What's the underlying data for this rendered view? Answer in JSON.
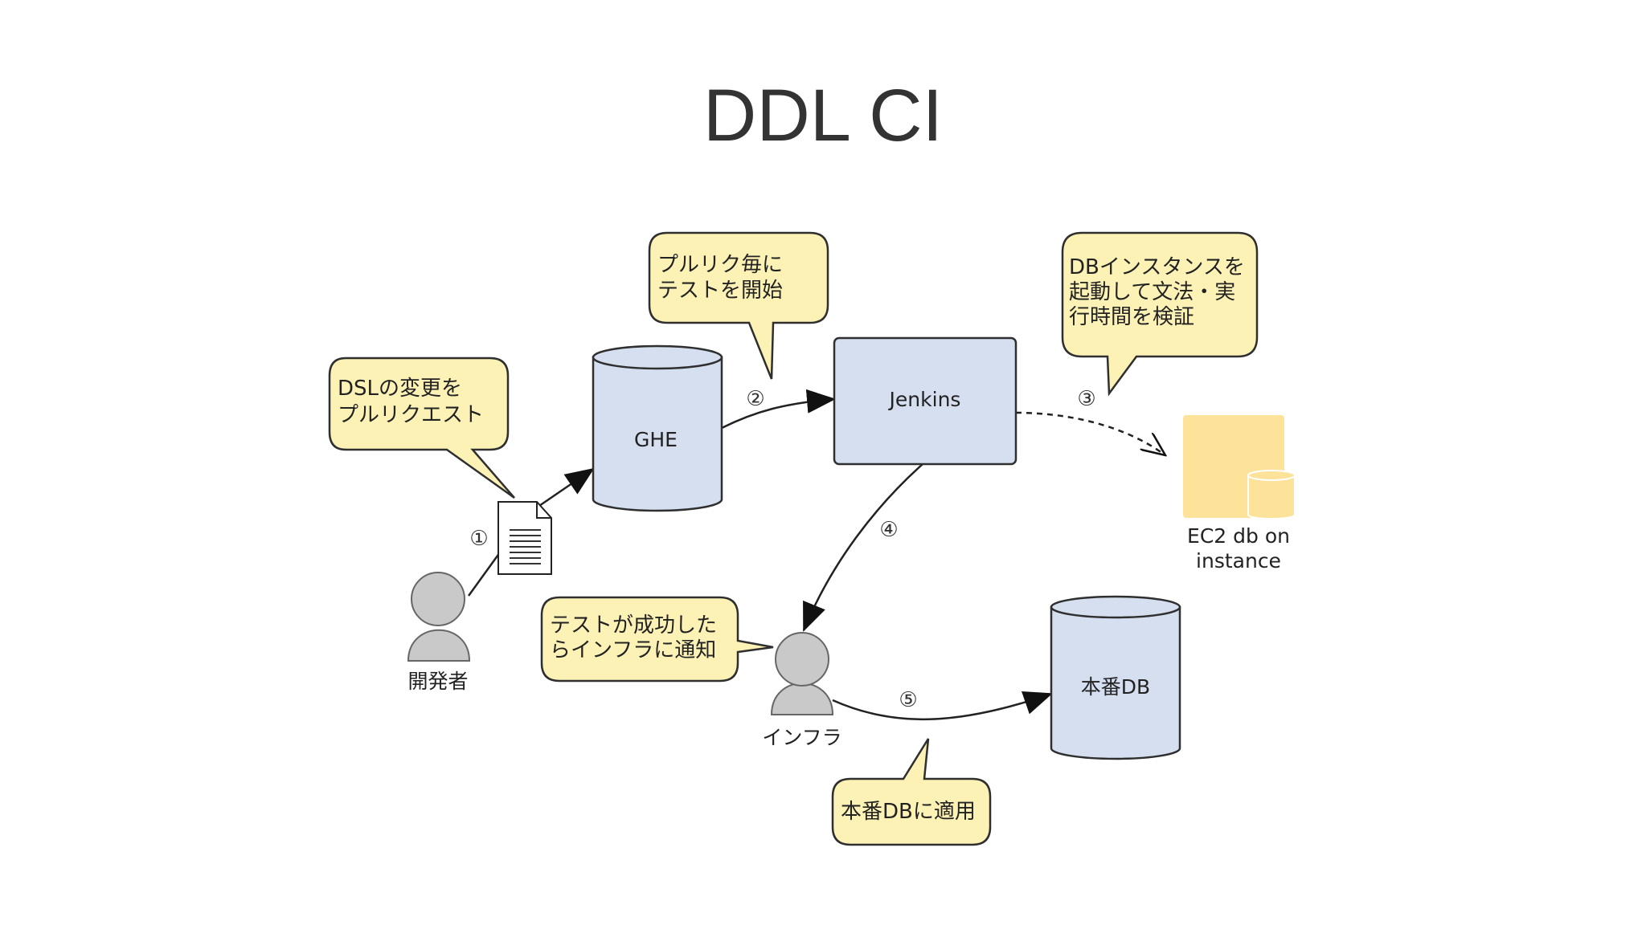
{
  "title": "DDL CI",
  "nodes": {
    "ghe": {
      "label": "GHE"
    },
    "jenkins": {
      "label": "Jenkins"
    },
    "ec2": {
      "label_line1": "EC2 db on",
      "label_line2": "instance"
    },
    "prod_db": {
      "label": "本番DB"
    },
    "developer": {
      "label": "開発者"
    },
    "infra": {
      "label": "インフラ"
    }
  },
  "callouts": {
    "dsl_change": {
      "line1": "DSLの変更を",
      "line2": "プルリクエスト"
    },
    "per_pr": {
      "line1": "プルリク毎に",
      "line2": "テストを開始"
    },
    "db_instance": {
      "line1": "DBインスタンスを",
      "line2": "起動して文法・実",
      "line3": "行時間を検証"
    },
    "test_success": {
      "line1": "テストが成功した",
      "line2": "らインフラに通知"
    },
    "apply_prod": {
      "line1": "本番DBに適用"
    }
  },
  "steps": {
    "s1": "①",
    "s2": "②",
    "s3": "③",
    "s4": "④",
    "s5": "⑤"
  },
  "colors": {
    "node_blue": "#d5dff0",
    "callout_yellow": "#fdf2b6",
    "ec2_orange": "#fde29a",
    "person_gray": "#c9c9c9"
  }
}
